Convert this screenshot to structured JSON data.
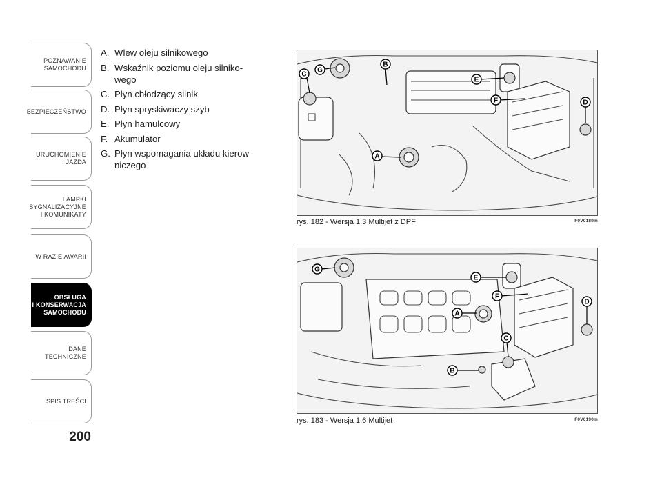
{
  "sidebar": {
    "tabs": [
      {
        "label": "POZNAWANIE\nSAMOCHODU",
        "active": false
      },
      {
        "label": "BEZPIECZEŃSTWO",
        "active": false
      },
      {
        "label": "URUCHOMIENIE\nI JAZDA",
        "active": false
      },
      {
        "label": "LAMPKI\nSYGNALIZACYJNE\nI KOMUNIKATY",
        "active": false
      },
      {
        "label": "W RAZIE AWARII",
        "active": false
      },
      {
        "label": "OBSŁUGA\nI KONSERWACJA\nSAMOCHODU",
        "active": true
      },
      {
        "label": "DANE\nTECHNICZNE",
        "active": false
      },
      {
        "label": "SPIS TREŚCI",
        "active": false
      }
    ]
  },
  "page_number": "200",
  "legend": [
    {
      "key": "A.",
      "text": "Wlew oleju silnikowego"
    },
    {
      "key": "B.",
      "text": "Wskaźnik poziomu oleju silniko-\nwego"
    },
    {
      "key": "C.",
      "text": "Płyn chłodzący silnik"
    },
    {
      "key": "D.",
      "text": "Płyn spryskiwaczy szyb"
    },
    {
      "key": "E.",
      "text": "Płyn hamulcowy"
    },
    {
      "key": "F.",
      "text": "Akumulator"
    },
    {
      "key": "G.",
      "text": "Płyn wspomagania układu kierow-\nniczego"
    }
  ],
  "figures": [
    {
      "caption": "rys. 182 - Wersja 1.3 Multijet z DPF",
      "code": "F0V0189m",
      "callouts": [
        "A",
        "B",
        "C",
        "D",
        "E",
        "F",
        "G"
      ]
    },
    {
      "caption": "rys. 183 - Wersja 1.6 Multijet",
      "code": "F0V0190m",
      "callouts": [
        "A",
        "B",
        "C",
        "D",
        "E",
        "F",
        "G"
      ]
    }
  ],
  "colors": {
    "active_tab": "#000000",
    "tab_border": "#9a9a9a",
    "figure_bg": "#f3f3f3"
  }
}
